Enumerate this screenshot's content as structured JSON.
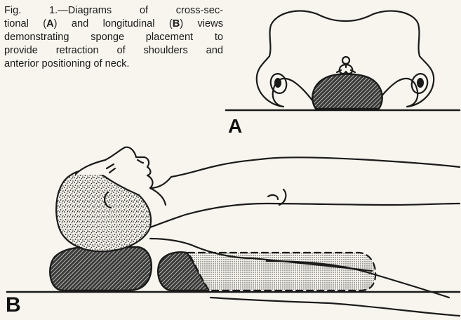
{
  "caption": {
    "line1": "Fig. 1.—Diagrams of cross-sec-",
    "line2_pre": "tional (",
    "line2_a": "A",
    "line2_mid": ") and longitudinal (",
    "line2_b": "B",
    "line2_post": ") views",
    "line3": "demonstrating sponge placement to",
    "line4": "provide retraction of shoulders and",
    "line5": "anterior positioning of neck."
  },
  "labels": {
    "a": "A",
    "b": "B"
  },
  "colors": {
    "ink": "#1a1a1a",
    "paper": "#f7f5ee"
  }
}
